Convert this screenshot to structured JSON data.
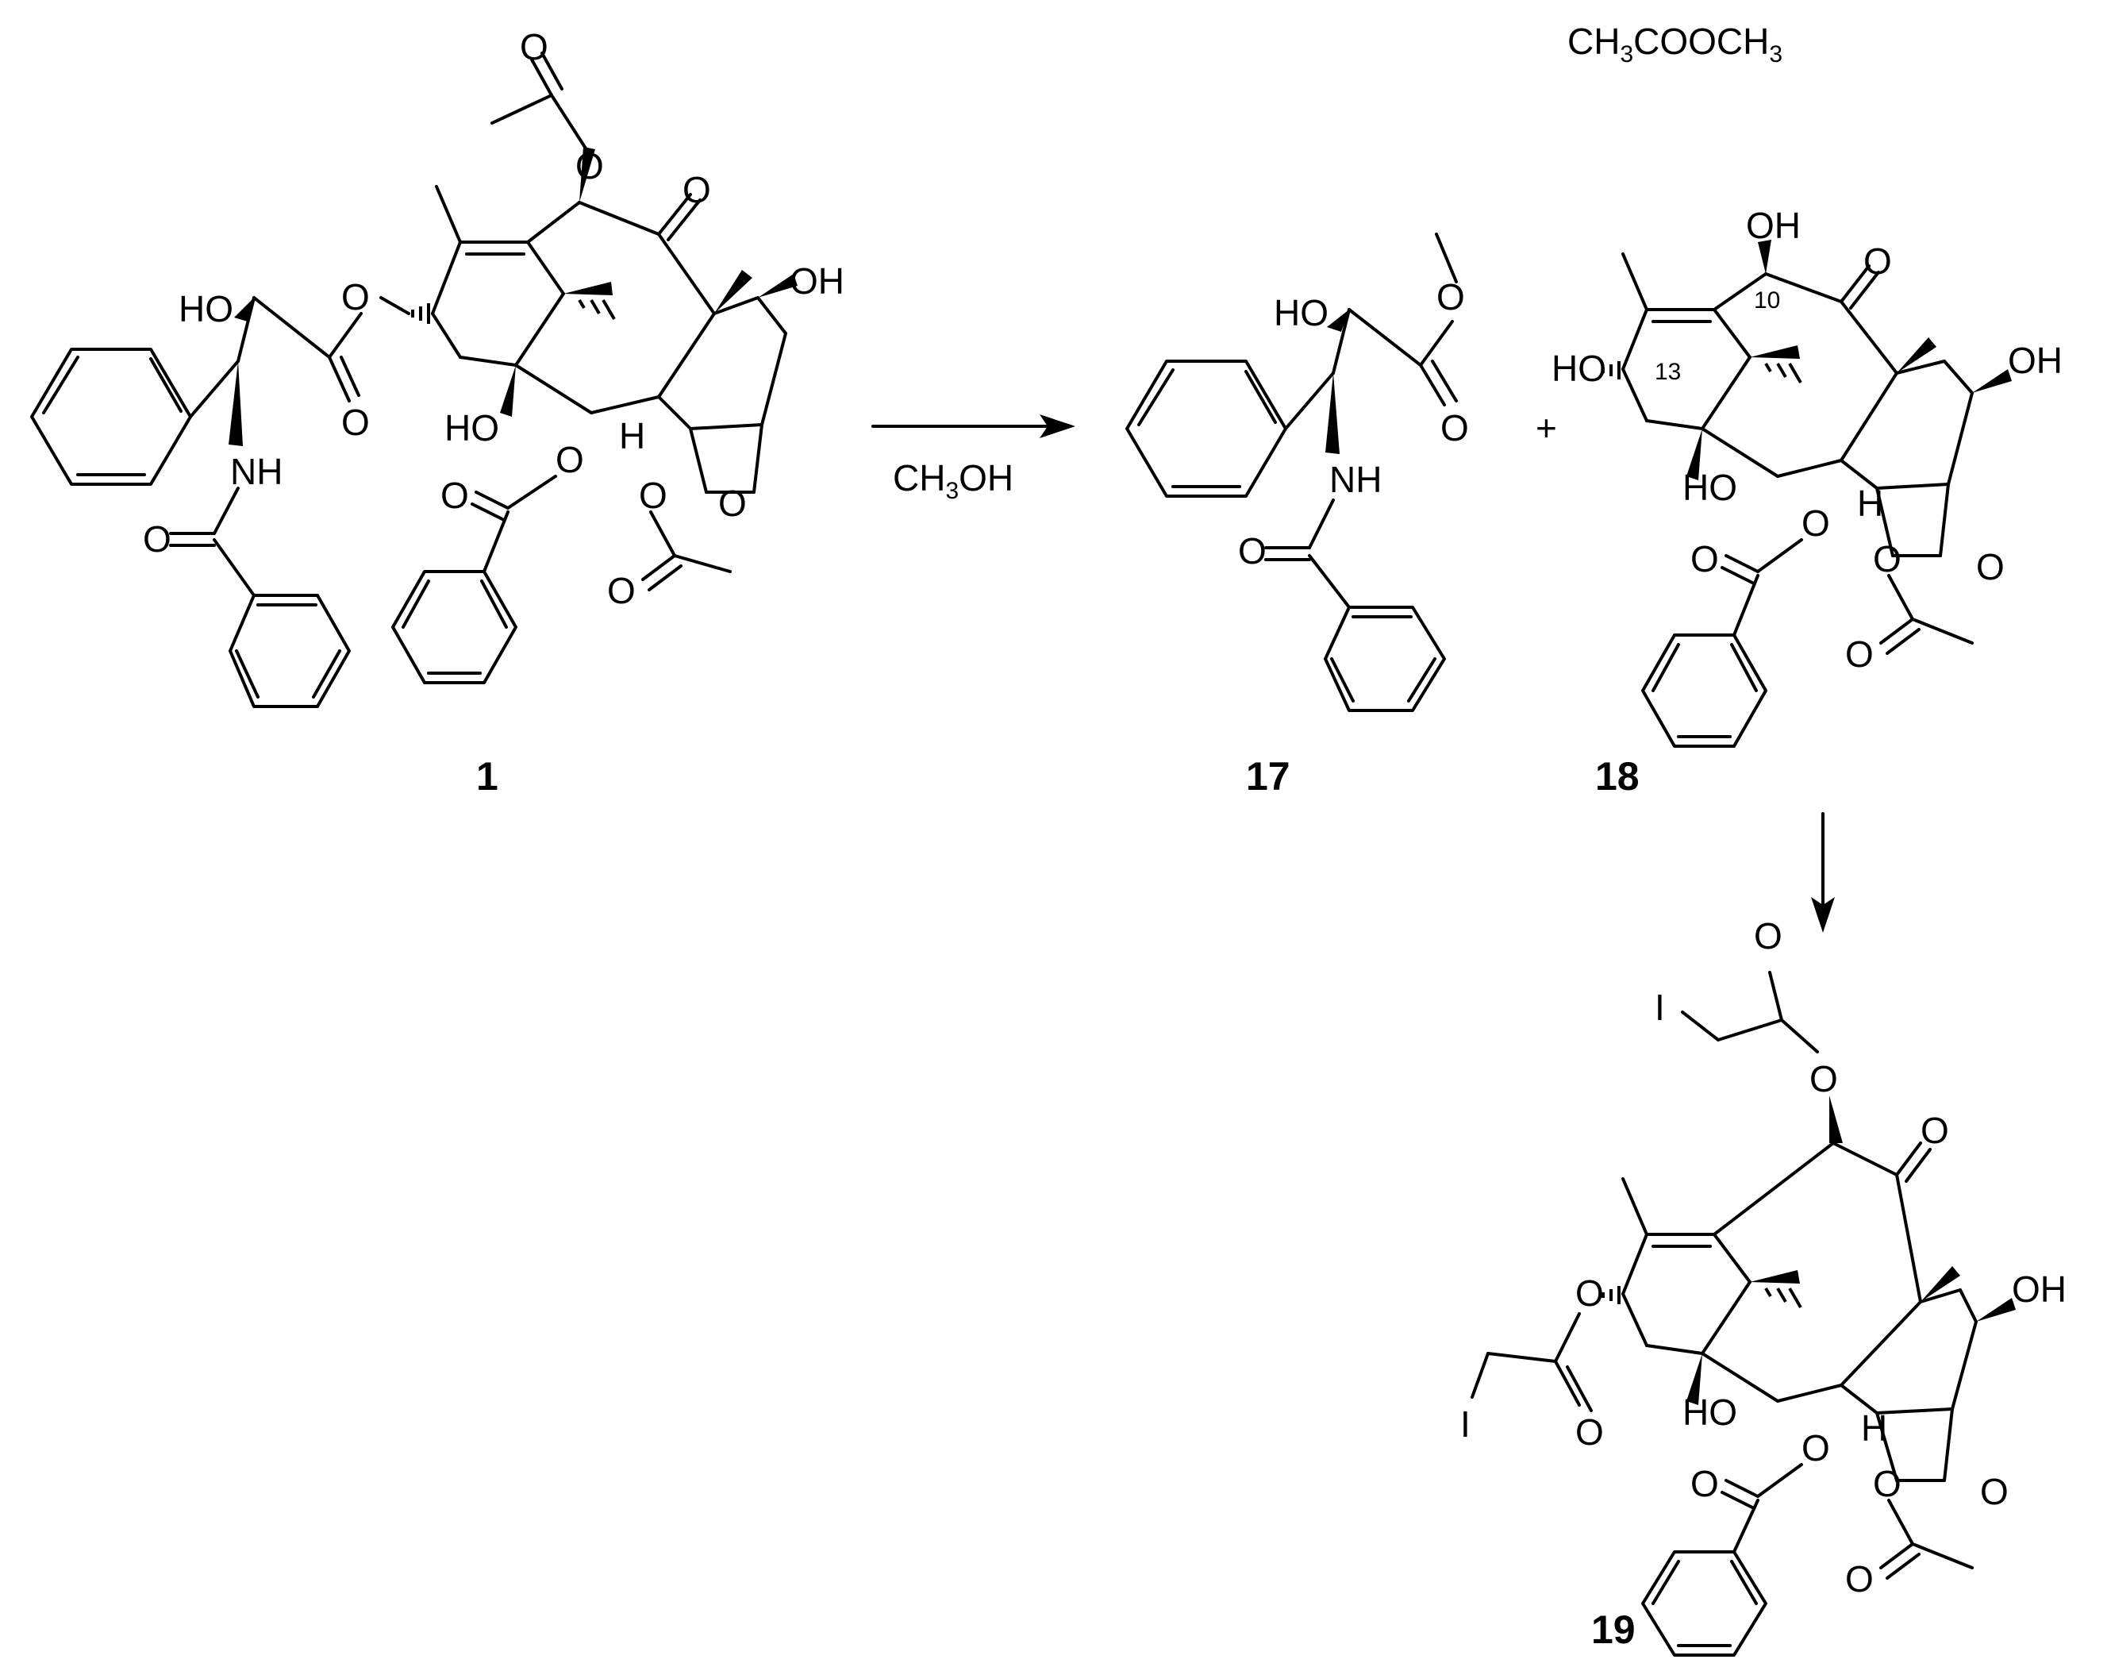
{
  "reaction": {
    "reagent_top": "CH3COOCH3",
    "reagent_bottom": "CH3OH",
    "plus": "+"
  },
  "compounds": {
    "c1": "1",
    "c17": "17",
    "c18": "18",
    "c19": "19"
  },
  "atoms": {
    "oh": "OH",
    "ho": "HO",
    "nh": "NH",
    "o": "O",
    "h": "H",
    "i": "I"
  },
  "locants": {
    "pos10": "10",
    "pos13": "13"
  }
}
